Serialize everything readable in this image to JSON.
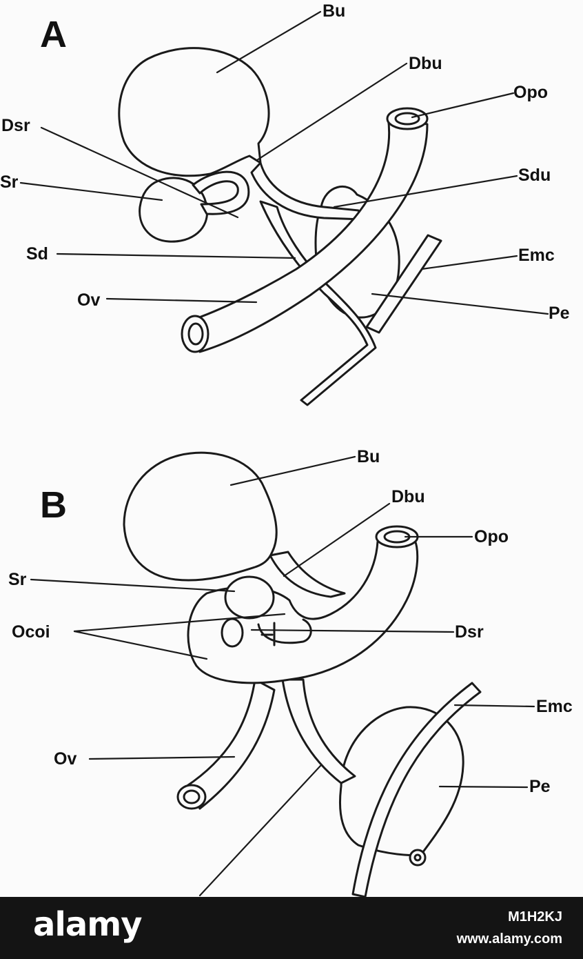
{
  "panels": {
    "a": {
      "letter": "A",
      "labels": {
        "bu": "Bu",
        "dbu": "Dbu",
        "opo": "Opo",
        "dsr": "Dsr",
        "sr": "Sr",
        "sdu": "Sdu",
        "sd": "Sd",
        "emc": "Emc",
        "ov": "Ov",
        "pe": "Pe"
      }
    },
    "b": {
      "letter": "B",
      "labels": {
        "bu": "Bu",
        "dbu": "Dbu",
        "opo": "Opo",
        "sr": "Sr",
        "ocoi": "Ocoi",
        "dsr": "Dsr",
        "emc": "Emc",
        "ov": "Ov",
        "pe": "Pe"
      }
    }
  },
  "watermark": {
    "brand": "alamy",
    "image_id": "M1H2KJ",
    "site": "www.alamy.com"
  },
  "colors": {
    "ink": "#111111",
    "paper": "#fbfbfb",
    "banner": "#141414",
    "banner_text": "#ffffff"
  }
}
